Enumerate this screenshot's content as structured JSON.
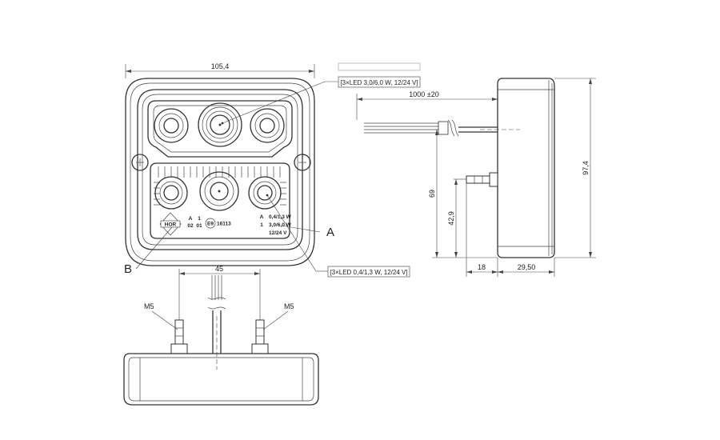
{
  "dimensions": {
    "width": "105,4",
    "cable_length": "1000 ±20",
    "height": "97,4",
    "bolt_height": "69",
    "bolt_height_2": "42,9",
    "depth_rear": "18",
    "depth_front": "29,50",
    "bolt_spacing": "45"
  },
  "callouts": {
    "top_box": "[3×LED 3,0/6,0 W, 12/24 V]",
    "bottom_box": "[3×LED 0,4/1,3 W, 12/24 V]",
    "label_a": "A",
    "label_b": "B"
  },
  "threads": {
    "left": "M5",
    "right": "M5"
  },
  "lamp_markings": {
    "left_a": "A",
    "left_02": "02",
    "mid_1": "1",
    "mid_01": "01",
    "e_mark": "E9",
    "approval": "16113",
    "right_a": "A",
    "right_1": "1",
    "spec_1": "0,4/1,3 W",
    "spec_2": "3,0/6,0 W",
    "spec_3": "12/24 V",
    "brand": "HOR"
  }
}
